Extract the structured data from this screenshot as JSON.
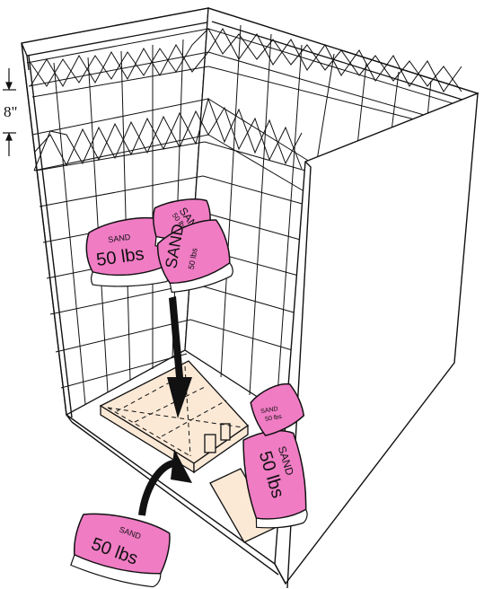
{
  "dimension_label": "8\"",
  "bags": [
    {
      "id": "top-left",
      "label": "SAND",
      "weight": "50 lbs"
    },
    {
      "id": "top-back",
      "label": "SAND",
      "weight": "50 lbs"
    },
    {
      "id": "top-right",
      "label": "SAND",
      "weight": "50 lbs"
    },
    {
      "id": "right-stack",
      "label": "SAND",
      "weight": "50 lbs"
    },
    {
      "id": "right-stack-lower",
      "label": "SAND",
      "weight": "50 lbs"
    },
    {
      "id": "floor",
      "label": "SAND",
      "weight": "50 lbs"
    }
  ],
  "colors": {
    "bag_fill": "#f07cc4",
    "bag_edge": "#ffffff",
    "base_fill": "#fbe9d6",
    "line": "#111111"
  }
}
